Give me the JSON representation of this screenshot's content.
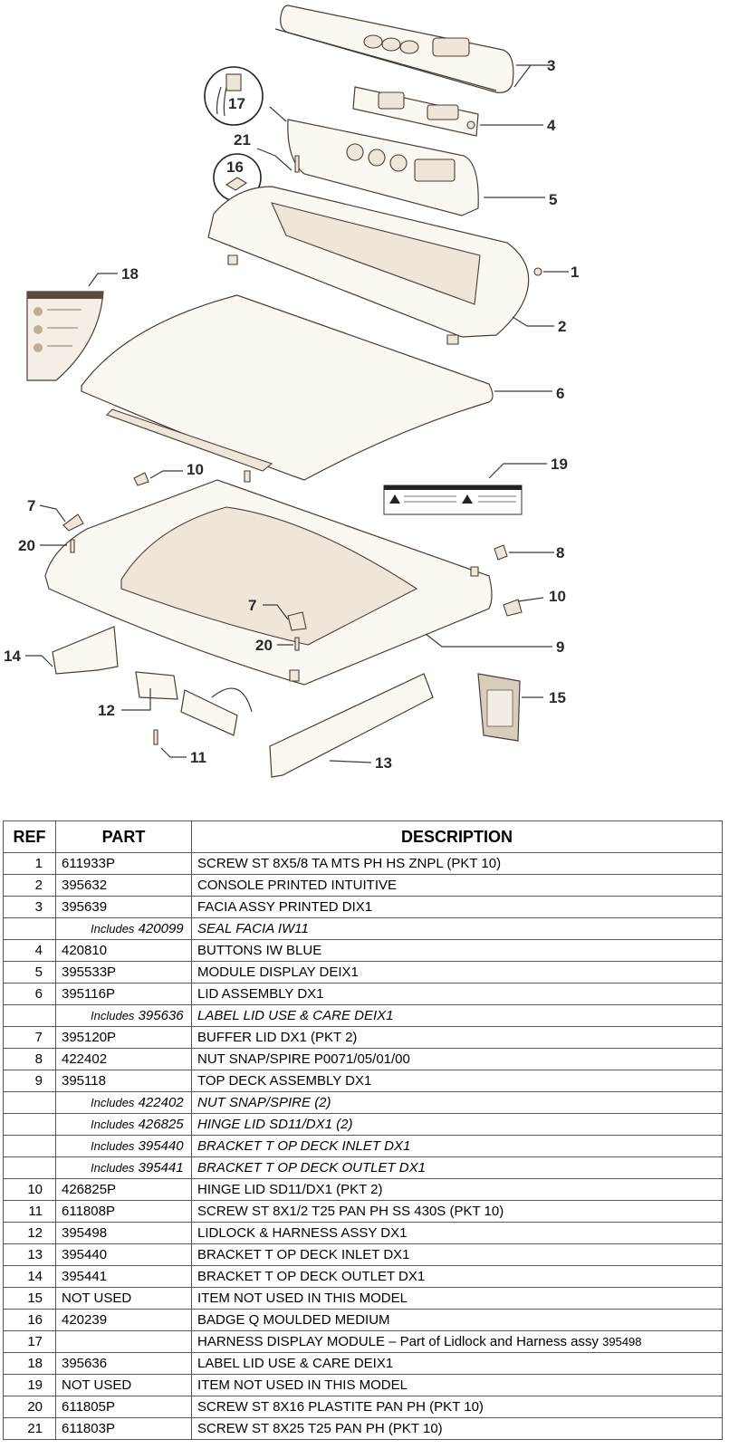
{
  "callouts": [
    "1",
    "2",
    "3",
    "4",
    "5",
    "6",
    "7",
    "8",
    "9",
    "10",
    "11",
    "12",
    "13",
    "14",
    "15",
    "16",
    "17",
    "18",
    "19",
    "20",
    "21"
  ],
  "table": {
    "headers": {
      "ref": "REF",
      "part": "PART",
      "description": "DESCRIPTION"
    },
    "includes_label": "Includes",
    "rows": [
      {
        "ref": "1",
        "part": "611933P",
        "description": "SCREW ST 8X5/8 TA MTS PH HS ZNPL (PKT 10)"
      },
      {
        "ref": "2",
        "part": "395632",
        "description": "CONSOLE PRINTED INTUITIVE"
      },
      {
        "ref": "3",
        "part": "395639",
        "description": "FACIA ASSY PRINTED DIX1"
      },
      {
        "ref": "",
        "part": "420099",
        "description": "SEAL FACIA IW11",
        "includes": true
      },
      {
        "ref": "4",
        "part": "420810",
        "description": "BUTTONS IW BLUE"
      },
      {
        "ref": "5",
        "part": "395533P",
        "description": "MODULE DISPLAY DEIX1"
      },
      {
        "ref": "6",
        "part": "395116P",
        "description": "LID ASSEMBLY DX1"
      },
      {
        "ref": "",
        "part": "395636",
        "description": "LABEL LID USE & CARE DEIX1",
        "includes": true
      },
      {
        "ref": "7",
        "part": "395120P",
        "description": "BUFFER LID DX1 (PKT 2)"
      },
      {
        "ref": "8",
        "part": "422402",
        "description": "NUT SNAP/SPIRE P0071/05/01/00"
      },
      {
        "ref": "9",
        "part": "395118",
        "description": "TOP DECK ASSEMBLY DX1"
      },
      {
        "ref": "",
        "part": "422402",
        "description": "NUT SNAP/SPIRE (2)",
        "includes": true
      },
      {
        "ref": "",
        "part": "426825",
        "description": "HINGE LID SD11/DX1 (2)",
        "includes": true
      },
      {
        "ref": "",
        "part": "395440",
        "description": "BRACKET T OP DECK INLET DX1",
        "includes": true
      },
      {
        "ref": "",
        "part": "395441",
        "description": "BRACKET T OP DECK OUTLET DX1",
        "includes": true
      },
      {
        "ref": "10",
        "part": "426825P",
        "description": "HINGE LID SD11/DX1 (PKT 2)"
      },
      {
        "ref": "11",
        "part": "611808P",
        "description": "SCREW ST 8X1/2 T25 PAN PH SS 430S (PKT 10)"
      },
      {
        "ref": "12",
        "part": "395498",
        "description": "LIDLOCK & HARNESS ASSY DX1"
      },
      {
        "ref": "13",
        "part": "395440",
        "description": "BRACKET T OP DECK INLET DX1"
      },
      {
        "ref": "14",
        "part": "395441",
        "description": "BRACKET T OP DECK OUTLET DX1"
      },
      {
        "ref": "15",
        "part": "NOT USED",
        "description": "ITEM NOT USED IN THIS MODEL"
      },
      {
        "ref": "16",
        "part": "420239",
        "description": "BADGE Q MOULDED MEDIUM"
      },
      {
        "ref": "17",
        "part": "",
        "description": "HARNESS DISPLAY MODULE – Part of Lidlock and Harness assy",
        "description_suffix": "395498"
      },
      {
        "ref": "18",
        "part": "395636",
        "description": "LABEL LID USE & CARE DEIX1"
      },
      {
        "ref": "19",
        "part": "NOT USED",
        "description": "ITEM NOT USED IN THIS MODEL"
      },
      {
        "ref": "20",
        "part": "611805P",
        "description": "SCREW ST 8X16 PLASTITE PAN PH (PKT 10)"
      },
      {
        "ref": "21",
        "part": "611803P",
        "description": "SCREW ST 8X25 T25 PAN PH (PKT 10)"
      }
    ]
  }
}
